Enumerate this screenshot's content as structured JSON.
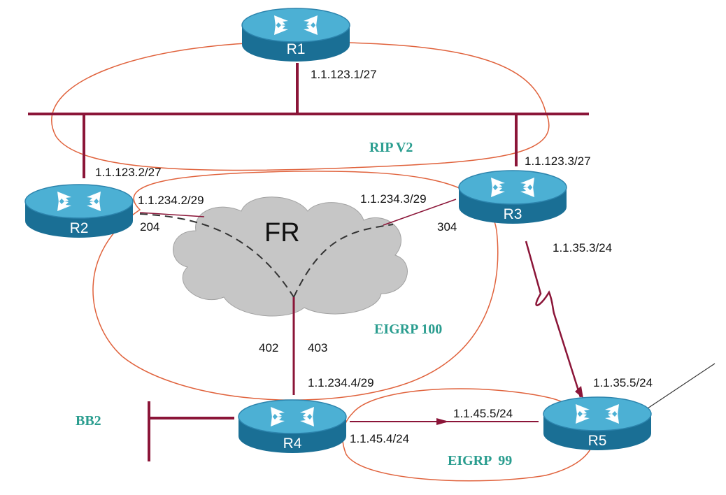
{
  "colors": {
    "link": "#8b1538",
    "domain_ring": "#e0623c",
    "protocol_label": "#2a9d8f",
    "router_top": "#4cb0d4",
    "router_side": "#1a6f95",
    "cloud": "#c6c6c6"
  },
  "icons": {
    "router": "router-icon",
    "cloud": "frame-relay-cloud-icon"
  },
  "routers": {
    "r1": {
      "name": "R1"
    },
    "r2": {
      "name": "R2"
    },
    "r3": {
      "name": "R3"
    },
    "r4": {
      "name": "R4"
    },
    "r5": {
      "name": "R5"
    }
  },
  "cloud": {
    "label": "FR"
  },
  "protocols": {
    "rip": "RIP V2",
    "eigrp100": "EIGRP 100",
    "eigrp99": "EIGRP  99",
    "bb2": "BB2"
  },
  "addresses": {
    "r1_lan": "1.1.123.1/27",
    "r2_lan": "1.1.123.2/27",
    "r3_lan": "1.1.123.3/27",
    "r2_fr": "1.1.234.2/29",
    "r3_fr": "1.1.234.3/29",
    "r4_fr": "1.1.234.4/29",
    "r3_serial": "1.1.35.3/24",
    "r5_serial": "1.1.35.5/24",
    "r5_eth": "1.1.45.5/24",
    "r4_eth": "1.1.45.4/24"
  },
  "dlcis": {
    "r2": "204",
    "r3": "304",
    "r4_to_r2": "402",
    "r4_to_r3": "403"
  }
}
